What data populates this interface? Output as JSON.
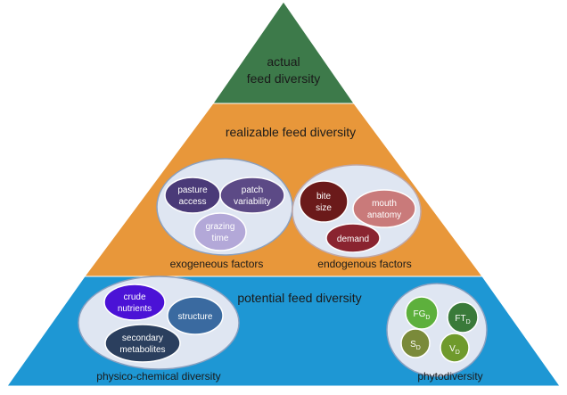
{
  "pyramid": {
    "top": {
      "line1": "actual",
      "line2": "feed diversity"
    },
    "middle": {
      "title": "realizable feed diversity",
      "exogenous": {
        "label": "exogeneous factors",
        "pasture_access": {
          "line1": "pasture",
          "line2": "access"
        },
        "patch_variability": {
          "line1": "patch",
          "line2": "variability"
        },
        "grazing_time": {
          "line1": "grazing",
          "line2": "time"
        }
      },
      "endogenous": {
        "label": "endogenous factors",
        "bite_size": {
          "line1": "bite",
          "line2": "size"
        },
        "mouth_anatomy": {
          "line1": "mouth",
          "line2": "anatomy"
        },
        "demand": "demand"
      }
    },
    "bottom": {
      "title": "potential feed diversity",
      "physico": {
        "label": "physico-chemical diversity",
        "crude_nutrients": {
          "line1": "crude",
          "line2": "nutrients"
        },
        "structure": "structure",
        "secondary_metabolites": {
          "line1": "secondary",
          "line2": "metabolites"
        }
      },
      "phyto": {
        "label": "phytodiversity",
        "fg": {
          "main": "FG",
          "sub": "D"
        },
        "ft": {
          "main": "FT",
          "sub": "D"
        },
        "s": {
          "main": "S",
          "sub": "D"
        },
        "v": {
          "main": "V",
          "sub": "D"
        }
      }
    }
  },
  "colors": {
    "top_green": "#3d7a4a",
    "middle_orange": "#e8973a",
    "bottom_blue": "#1e97d4",
    "pale_fill": "#dfe6f2",
    "pasture_access": "#4a3a78",
    "patch_variability": "#5c4a86",
    "grazing_time": "#b3a8d8",
    "bite_size": "#6b1a1a",
    "mouth_anatomy": "#c97a7a",
    "demand": "#8a2430",
    "crude_nutrients": "#4b12d6",
    "structure": "#3a6aa0",
    "secondary_metabolites": "#2b3f5e",
    "fg": "#5db03c",
    "ft": "#3a7a3a",
    "s": "#7a8a3a",
    "v": "#6f9a2c"
  }
}
